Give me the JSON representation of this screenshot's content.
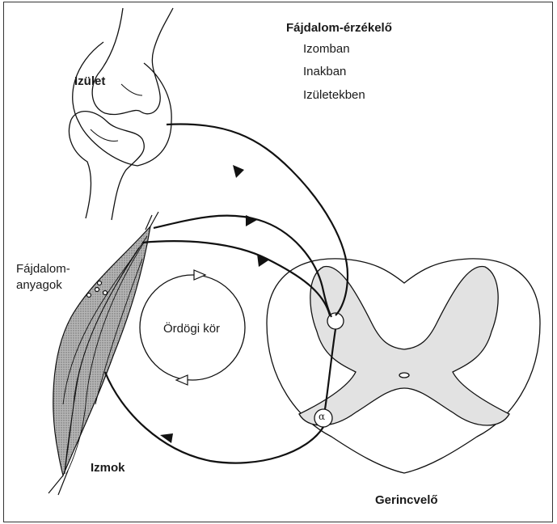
{
  "labels": {
    "joint": "Izület",
    "pain_receptor": "Fájdalom-érzékelő",
    "pain_receptor_items": [
      "Izomban",
      "Inakban",
      "Izületekben"
    ],
    "pain_substances_line1": "Fájdalom-",
    "pain_substances_line2": "anyagok",
    "vicious_circle": "Ördögi kör",
    "muscles": "Izmok",
    "spinal_cord": "Gerincvelő",
    "alpha_symbol": "α"
  },
  "colors": {
    "line": "#111111",
    "gray_matter": "#e2e2e2",
    "muscle": "#9a9a9a",
    "background": "#ffffff"
  }
}
